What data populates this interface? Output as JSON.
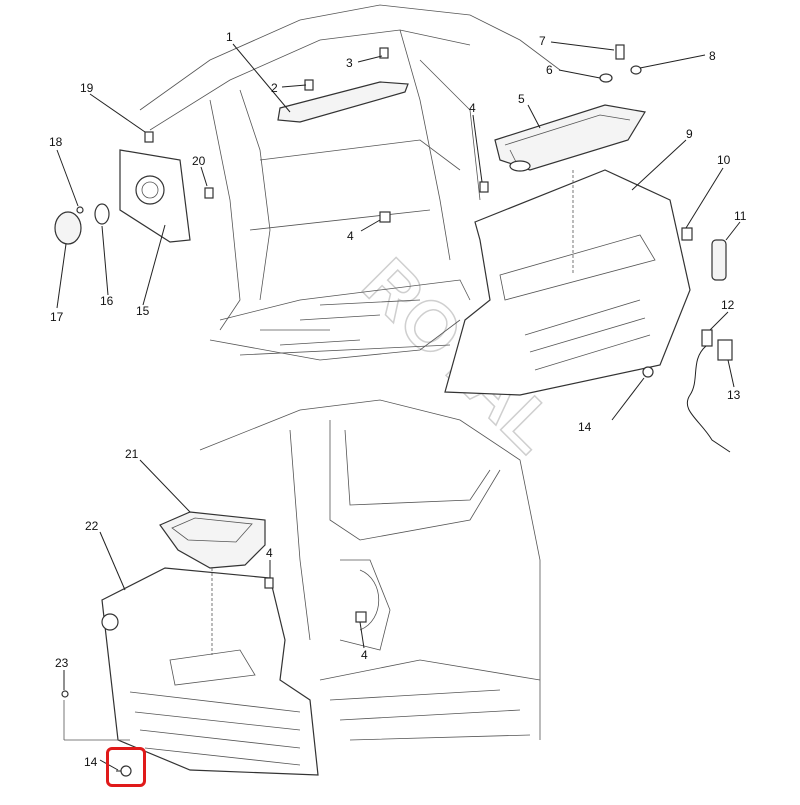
{
  "diagram": {
    "watermark": "ROYAL",
    "callouts": [
      {
        "id": "c1",
        "text": "1"
      },
      {
        "id": "c2",
        "text": "2"
      },
      {
        "id": "c3",
        "text": "3"
      },
      {
        "id": "c4a",
        "text": "4"
      },
      {
        "id": "c4b",
        "text": "4"
      },
      {
        "id": "c4c",
        "text": "4"
      },
      {
        "id": "c4d",
        "text": "4"
      },
      {
        "id": "c5",
        "text": "5"
      },
      {
        "id": "c6",
        "text": "6"
      },
      {
        "id": "c7",
        "text": "7"
      },
      {
        "id": "c8",
        "text": "8"
      },
      {
        "id": "c9",
        "text": "9"
      },
      {
        "id": "c10",
        "text": "10"
      },
      {
        "id": "c11",
        "text": "11"
      },
      {
        "id": "c12",
        "text": "12"
      },
      {
        "id": "c13",
        "text": "13"
      },
      {
        "id": "c14a",
        "text": "14"
      },
      {
        "id": "c14b",
        "text": "14"
      },
      {
        "id": "c15",
        "text": "15"
      },
      {
        "id": "c16",
        "text": "16"
      },
      {
        "id": "c17",
        "text": "17"
      },
      {
        "id": "c18",
        "text": "18"
      },
      {
        "id": "c19",
        "text": "19"
      },
      {
        "id": "c20",
        "text": "20"
      },
      {
        "id": "c21",
        "text": "21"
      },
      {
        "id": "c22",
        "text": "22"
      },
      {
        "id": "c23",
        "text": "23"
      }
    ],
    "highlight_color": "#e01a1a"
  }
}
